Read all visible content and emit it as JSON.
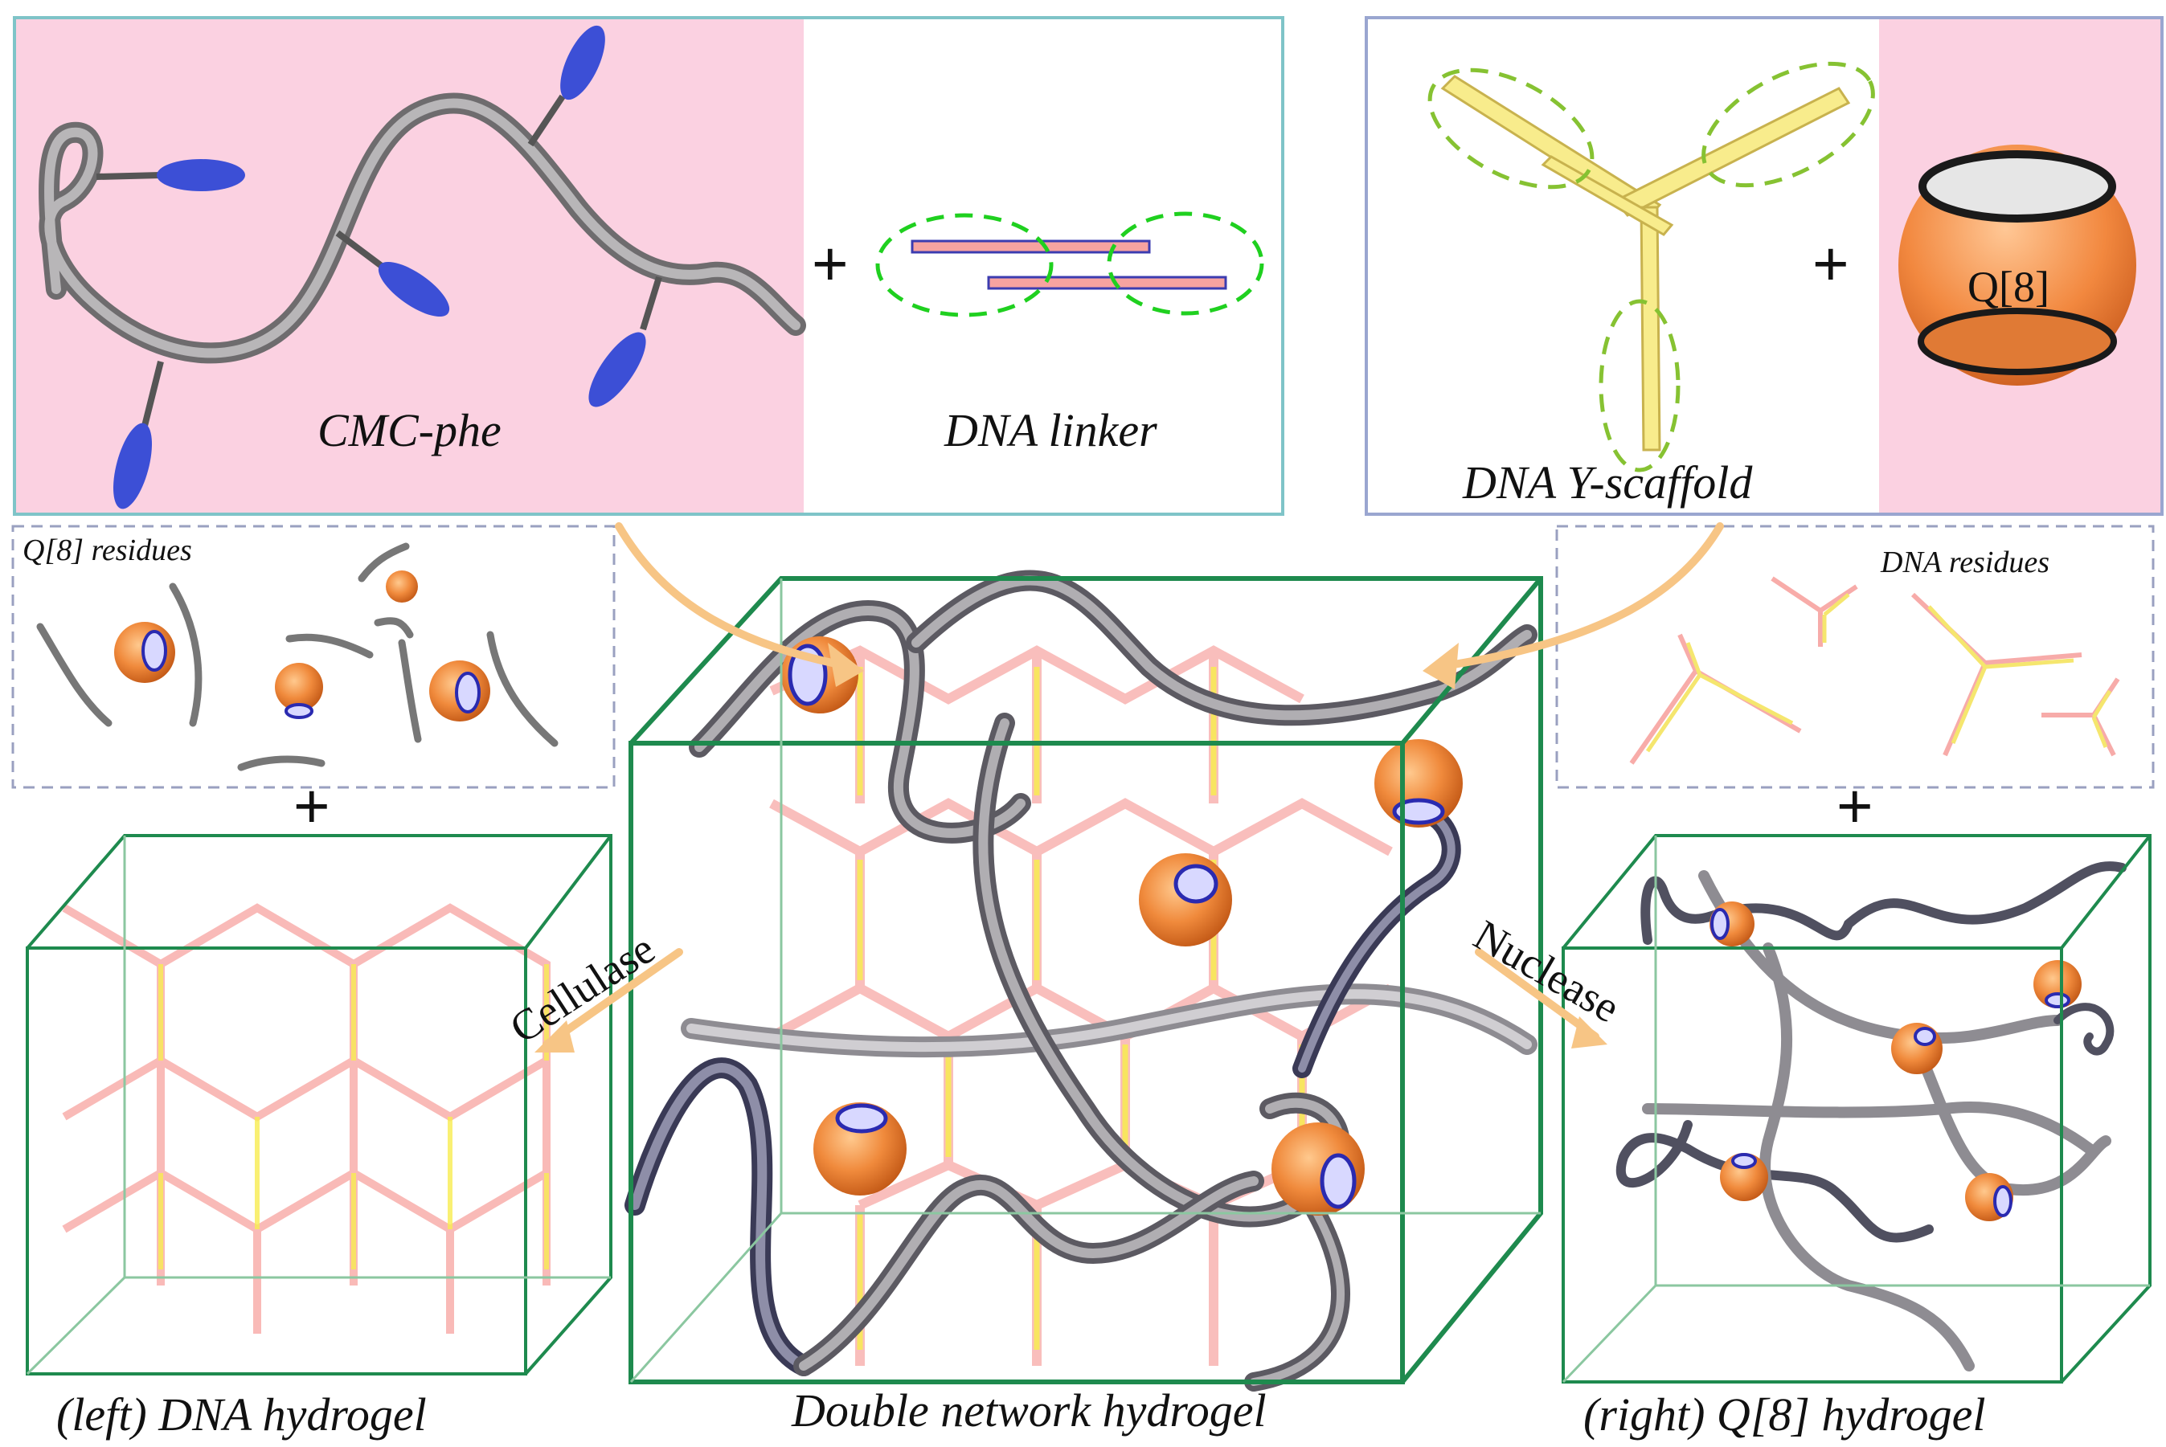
{
  "panels": {
    "cmc_phe": "CMC-phe",
    "dna_linker": "DNA linker",
    "dna_y_scaffold": "DNA Y-scaffold",
    "q8": "Q[8]",
    "q8_residues": "Q[8] residues",
    "dna_residues": "DNA residues"
  },
  "hydrogels": {
    "left": "(left) DNA hydrogel",
    "center": "Double network hydrogel",
    "right": "(right) Q[8] hydrogel"
  },
  "enzymes": {
    "cellulase": "Cellulase",
    "nuclease": "Nuclease"
  },
  "symbols": {
    "plus": "+"
  },
  "colors": {
    "pink_bg": "#fbd1e1",
    "polymer": "#8c8a8c",
    "phe_group": "#3c4fd6",
    "q8_orange": "#f08a3c",
    "dna_yellow": "#f5e66e",
    "dna_pink": "#f7a3a0",
    "box_green": "#1e8a4e",
    "arrow_orange": "#f7c585"
  }
}
